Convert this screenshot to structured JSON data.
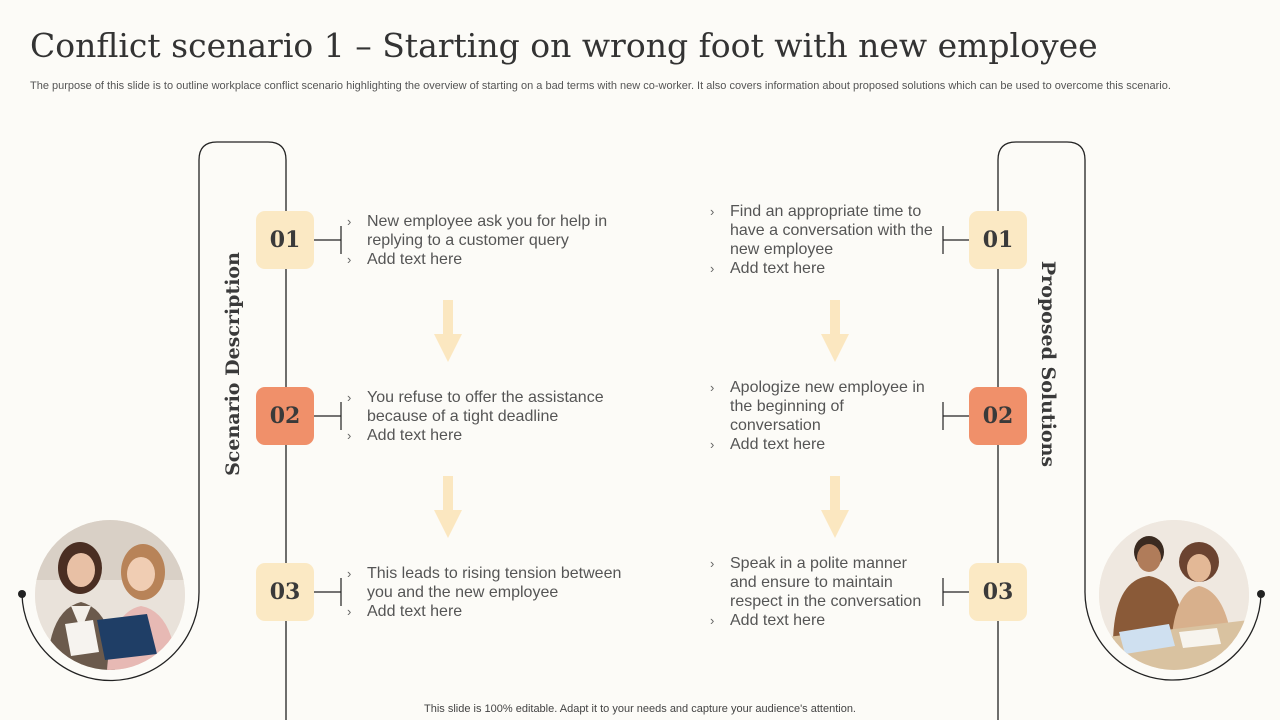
{
  "title": "Conflict scenario 1 – Starting on wrong foot with new employee",
  "subtitle": "The purpose of this slide is to outline workplace conflict scenario highlighting the overview of starting on a bad terms with new co-worker. It also covers information about proposed solutions which can be used to overcome this scenario.",
  "left_panel": {
    "label": "Scenario Description",
    "steps": [
      {
        "number": "01",
        "lines": [
          "New employee ask you for help in replying to a customer query",
          "Add text here"
        ]
      },
      {
        "number": "02",
        "lines": [
          "You refuse to offer the assistance because of a tight deadline",
          "Add text here"
        ]
      },
      {
        "number": "03",
        "lines": [
          "This leads to rising tension between you and the new employee",
          "Add text here"
        ]
      }
    ]
  },
  "right_panel": {
    "label": "Proposed Solutions",
    "steps": [
      {
        "number": "01",
        "lines": [
          "Find an appropriate time to have a conversation with the new employee",
          "Add text here"
        ]
      },
      {
        "number": "02",
        "lines": [
          "Apologize new employee in the beginning of conversation",
          "Add text here"
        ]
      },
      {
        "number": "03",
        "lines": [
          "Speak in a polite manner and ensure to maintain respect in the conversation",
          "Add text here"
        ]
      }
    ]
  },
  "bullet_symbol": "›",
  "footer": "This slide is 100% editable. Adapt it to your needs and capture your audience's attention.",
  "colors": {
    "badge_light": "#fbe9c4",
    "badge_highlight": "#f0906a",
    "arrow": "#fbe7c0"
  }
}
